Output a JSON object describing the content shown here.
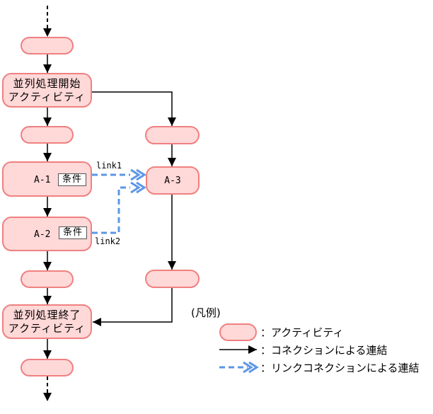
{
  "diagram": {
    "nodes": {
      "start_activity": {
        "line1": "並列処理開始",
        "line2": "アクティビティ"
      },
      "a1": {
        "label": "A-1",
        "condition": "条件"
      },
      "a2": {
        "label": "A-2",
        "condition": "条件"
      },
      "a3": {
        "label": "A-3"
      },
      "end_activity": {
        "line1": "並列処理終了",
        "line2": "アクティビティ"
      }
    },
    "link_labels": {
      "link1": "link1",
      "link2": "link2"
    }
  },
  "legend": {
    "title": "(凡例)",
    "items": [
      {
        "symbol": "activity-pill",
        "label": "：アクティビティ"
      },
      {
        "symbol": "connection-arrow",
        "label": "：コネクションによる連結"
      },
      {
        "symbol": "link-connection-arrow",
        "label": "：リンクコネクションによる連結"
      }
    ]
  },
  "colors": {
    "node_fill": "#FFD8D8",
    "node_border": "#F08080",
    "connector_black": "#000000",
    "link_blue": "#5C96E6",
    "condition_bg": "#FFFFFF",
    "condition_border": "#555555"
  }
}
